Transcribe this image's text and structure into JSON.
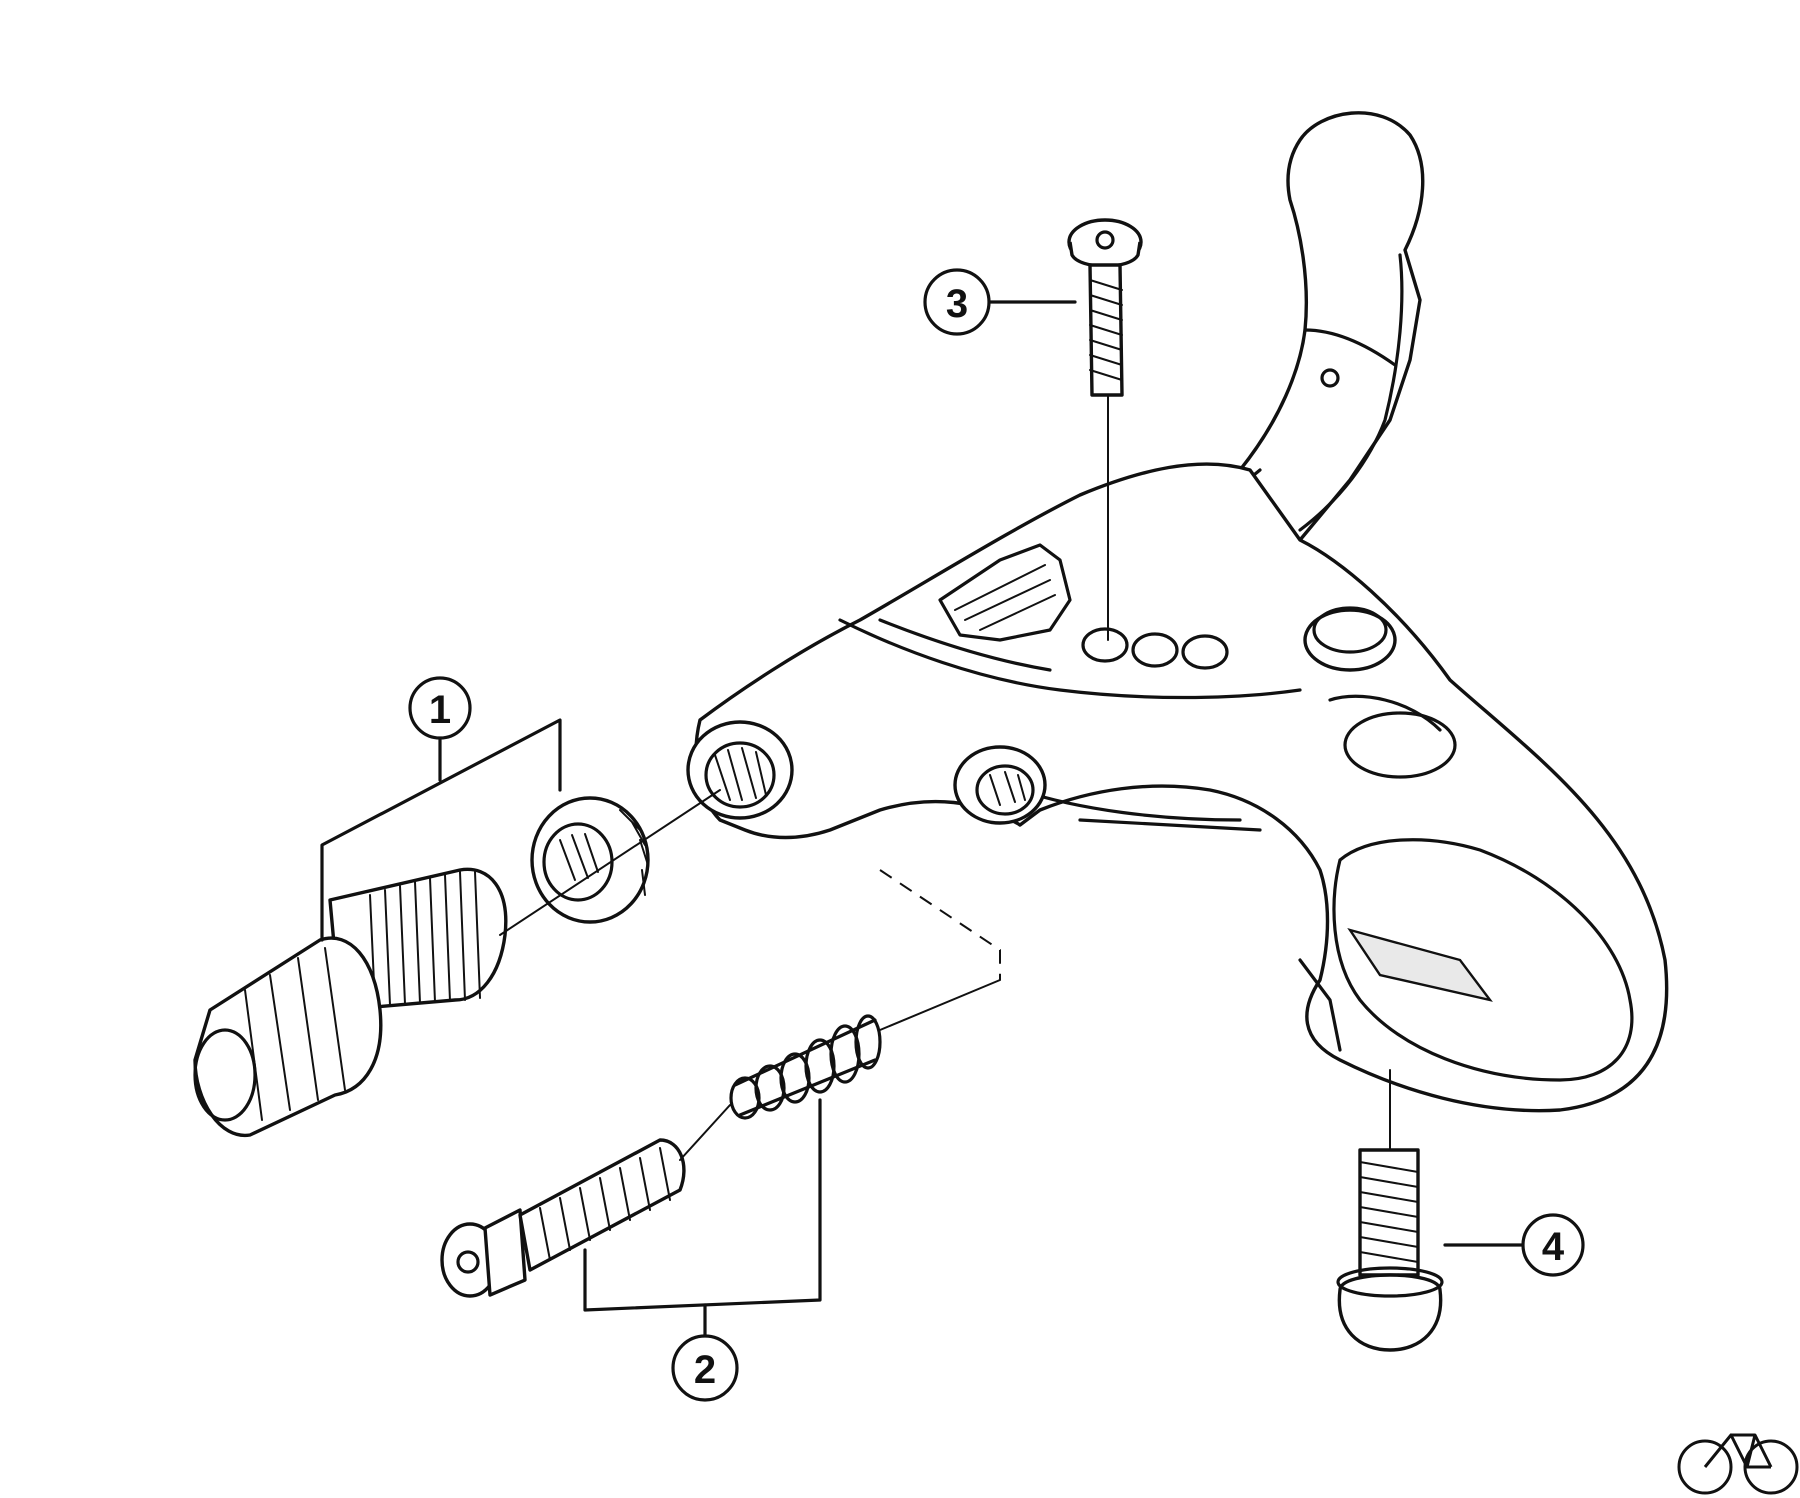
{
  "callouts": [
    {
      "id": "1",
      "label": "1"
    },
    {
      "id": "2",
      "label": "2"
    },
    {
      "id": "3",
      "label": "3"
    },
    {
      "id": "4",
      "label": "4"
    }
  ],
  "colors": {
    "ink": "#111111",
    "background": "#ffffff"
  },
  "icons": {
    "watermark": "bicycle-icon"
  }
}
